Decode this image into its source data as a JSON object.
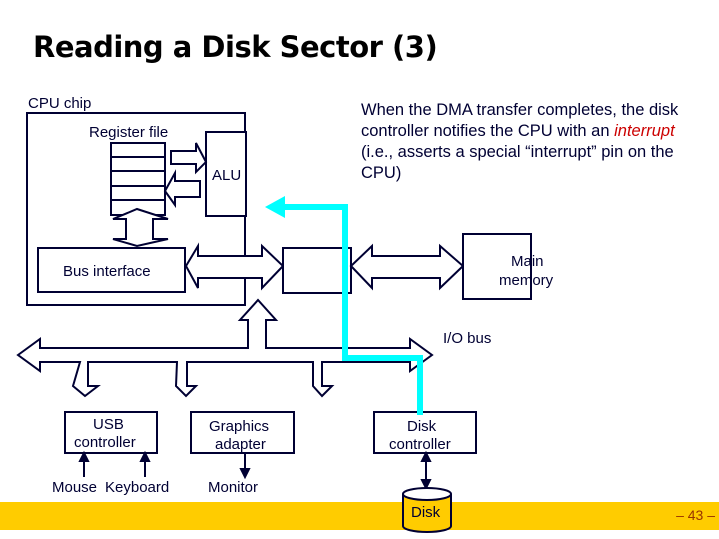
{
  "slide": {
    "title": "Reading a Disk Sector (3)",
    "page_number": "– 43 –",
    "footer_color": "#ffcc00",
    "accent_interrupt_color": "#00ffff",
    "line_color": "#000033"
  },
  "description": {
    "before": "When the DMA transfer completes, the disk controller notifies the CPU with an ",
    "emphasis": "interrupt",
    "after": " (i.e., asserts a special “interrupt” pin on the CPU)"
  },
  "diagram": {
    "cpu_chip_label": "CPU chip",
    "register_file_label": "Register file",
    "alu_label": "ALU",
    "bus_interface_label": "Bus interface",
    "main_memory_label_line1": "Main",
    "main_memory_label_line2": "memory",
    "io_bus_label": "I/O bus",
    "usb_controller_line1": "USB",
    "usb_controller_line2": "controller",
    "graphics_adapter_line1": "Graphics",
    "graphics_adapter_line2": "adapter",
    "disk_controller_line1": "Disk",
    "disk_controller_line2": "controller",
    "mouse_label": "Mouse",
    "keyboard_label": "Keyboard",
    "monitor_label": "Monitor",
    "disk_label": "Disk"
  }
}
